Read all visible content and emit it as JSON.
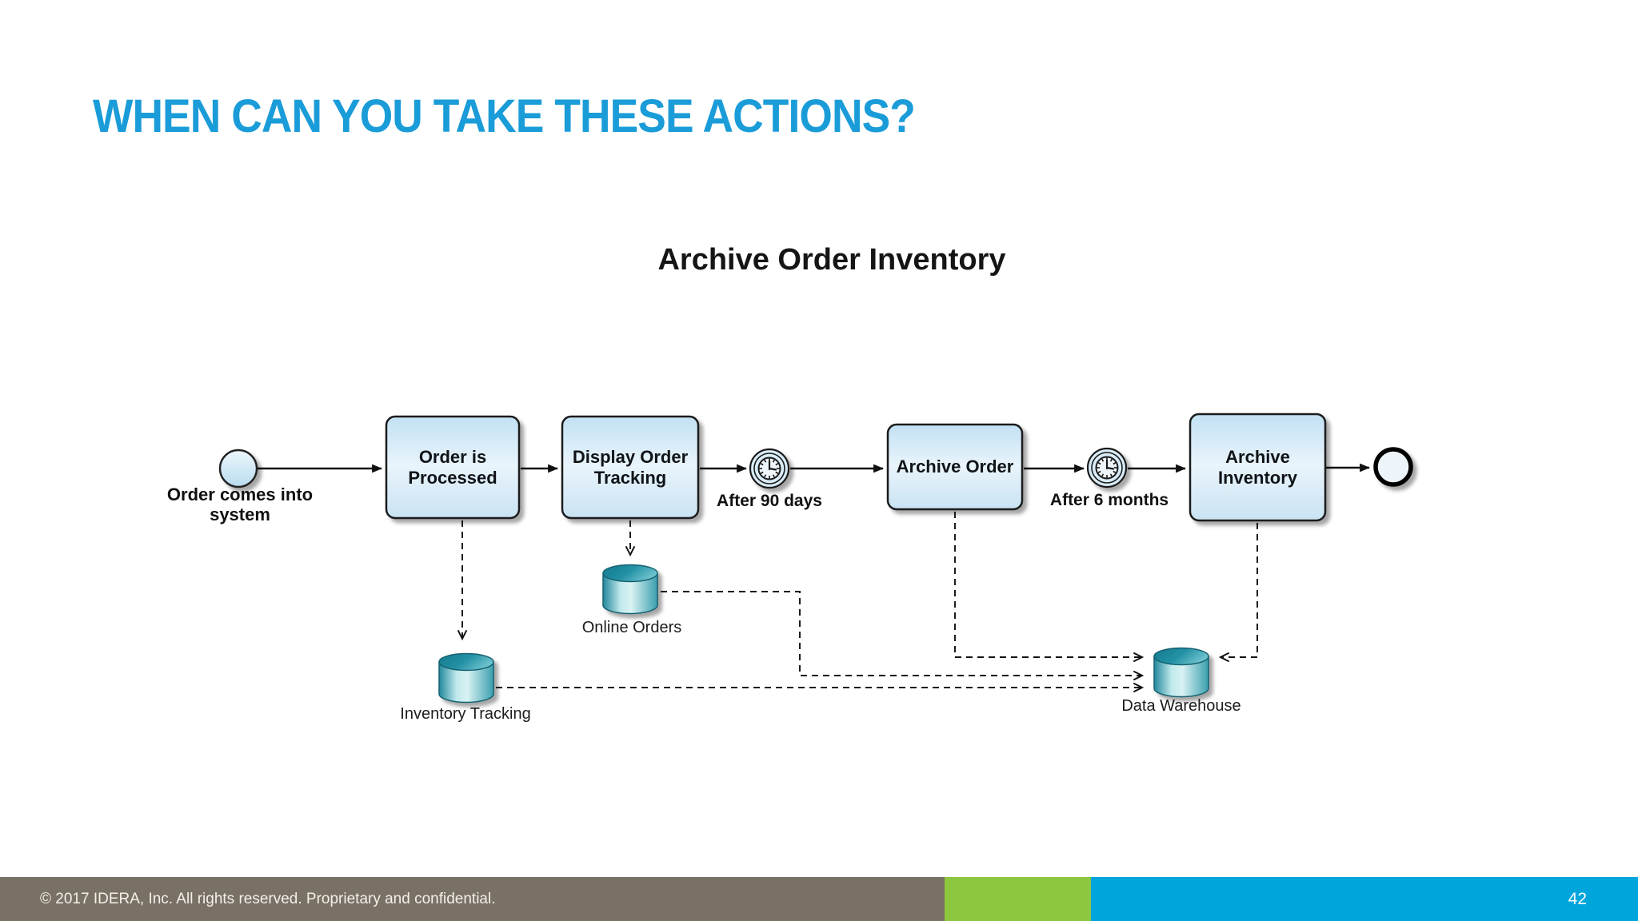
{
  "slide": {
    "title": "WHEN CAN YOU TAKE THESE ACTIONS?"
  },
  "diagram": {
    "title": "Archive Order Inventory",
    "start_event": {
      "label": "Order comes into system"
    },
    "end_event": {
      "label": ""
    },
    "tasks": [
      {
        "label": "Order is Processed"
      },
      {
        "label": "Display Order Tracking"
      },
      {
        "label": "Archive Order"
      },
      {
        "label": "Archive Inventory"
      }
    ],
    "timers": [
      {
        "label": "After 90 days"
      },
      {
        "label": "After 6 months"
      }
    ],
    "datastores": [
      {
        "label": "Online Orders"
      },
      {
        "label": "Inventory Tracking"
      },
      {
        "label": "Data Warehouse"
      }
    ]
  },
  "footer": {
    "copyright": "© 2017 IDERA, Inc. All rights reserved. Proprietary and confidential.",
    "page_number": "42"
  },
  "colors": {
    "title_accent": "#1a9cd8",
    "footer_taupe": "#7a7166",
    "footer_green": "#8dc63f",
    "footer_blue": "#00a5dc",
    "task_fill_top": "#c2e1f4",
    "task_fill_mid": "#e9f4fb",
    "datastore_teal": "#2f9dac",
    "line_color": "#1a1a1a"
  }
}
